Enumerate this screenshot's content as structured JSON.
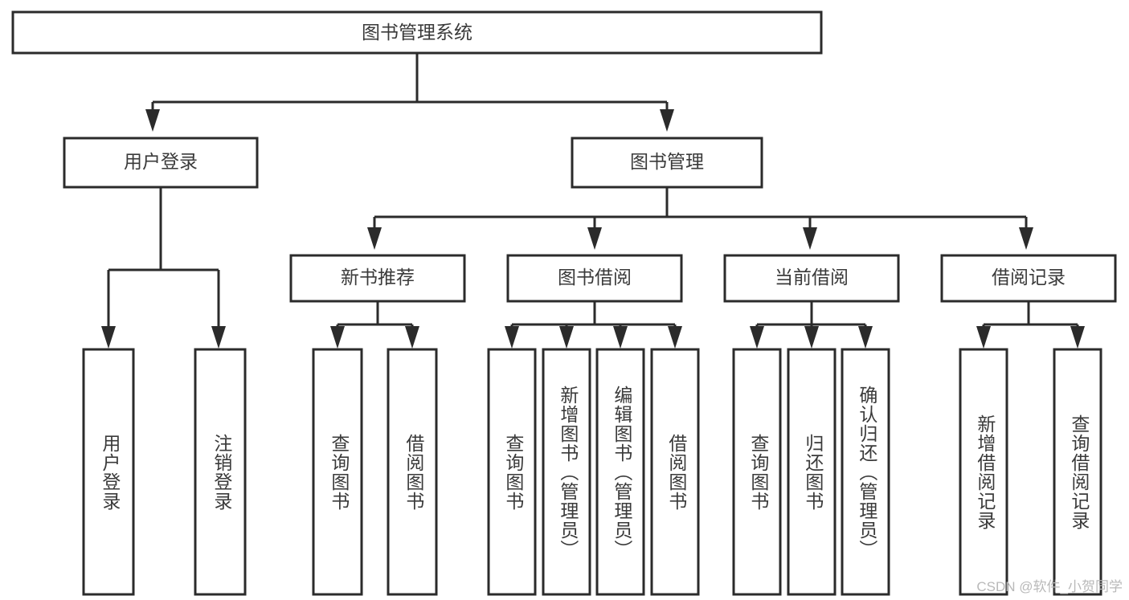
{
  "diagram": {
    "type": "tree-hierarchy",
    "title": "图书管理系统",
    "background_color": "#ffffff",
    "line_color": "#2b2b2b",
    "text_color": "#3a3a3a",
    "root": {
      "id": "root",
      "label": "图书管理系统",
      "level": 0
    },
    "level2": [
      {
        "id": "user-login",
        "label": "用户登录",
        "level": 1
      },
      {
        "id": "book-manage",
        "label": "图书管理",
        "level": 1
      }
    ],
    "level3": [
      {
        "id": "new-book-recommend",
        "label": "新书推荐",
        "level": 2,
        "parent": "book-manage"
      },
      {
        "id": "book-borrow",
        "label": "图书借阅",
        "level": 2,
        "parent": "book-manage"
      },
      {
        "id": "current-borrow",
        "label": "当前借阅",
        "level": 2,
        "parent": "book-manage"
      },
      {
        "id": "borrow-record",
        "label": "借阅记录",
        "level": 2,
        "parent": "book-manage"
      }
    ],
    "leaves": [
      {
        "id": "leaf-user-login",
        "label": "用户登录",
        "parent": "user-login"
      },
      {
        "id": "leaf-logout",
        "label": "注销登录",
        "parent": "user-login"
      },
      {
        "id": "leaf-query-book-1",
        "label": "查询图书",
        "parent": "new-book-recommend"
      },
      {
        "id": "leaf-borrow-book-1",
        "label": "借阅图书",
        "parent": "new-book-recommend"
      },
      {
        "id": "leaf-query-book-2",
        "label": "查询图书",
        "parent": "book-borrow"
      },
      {
        "id": "leaf-add-book",
        "label": "新增图书（管理员）",
        "parent": "book-borrow"
      },
      {
        "id": "leaf-edit-book",
        "label": "编辑图书（管理员）",
        "parent": "book-borrow"
      },
      {
        "id": "leaf-borrow-book-2",
        "label": "借阅图书",
        "parent": "book-borrow"
      },
      {
        "id": "leaf-query-book-3",
        "label": "查询图书",
        "parent": "current-borrow"
      },
      {
        "id": "leaf-return-book",
        "label": "归还图书",
        "parent": "current-borrow"
      },
      {
        "id": "leaf-confirm-return",
        "label": "确认归还（管理员）",
        "parent": "current-borrow"
      },
      {
        "id": "leaf-add-record",
        "label": "新增借阅记录",
        "parent": "borrow-record"
      },
      {
        "id": "leaf-query-record",
        "label": "查询借阅记录",
        "parent": "borrow-record"
      }
    ],
    "watermark": "CSDN @软件_小贺同学"
  }
}
